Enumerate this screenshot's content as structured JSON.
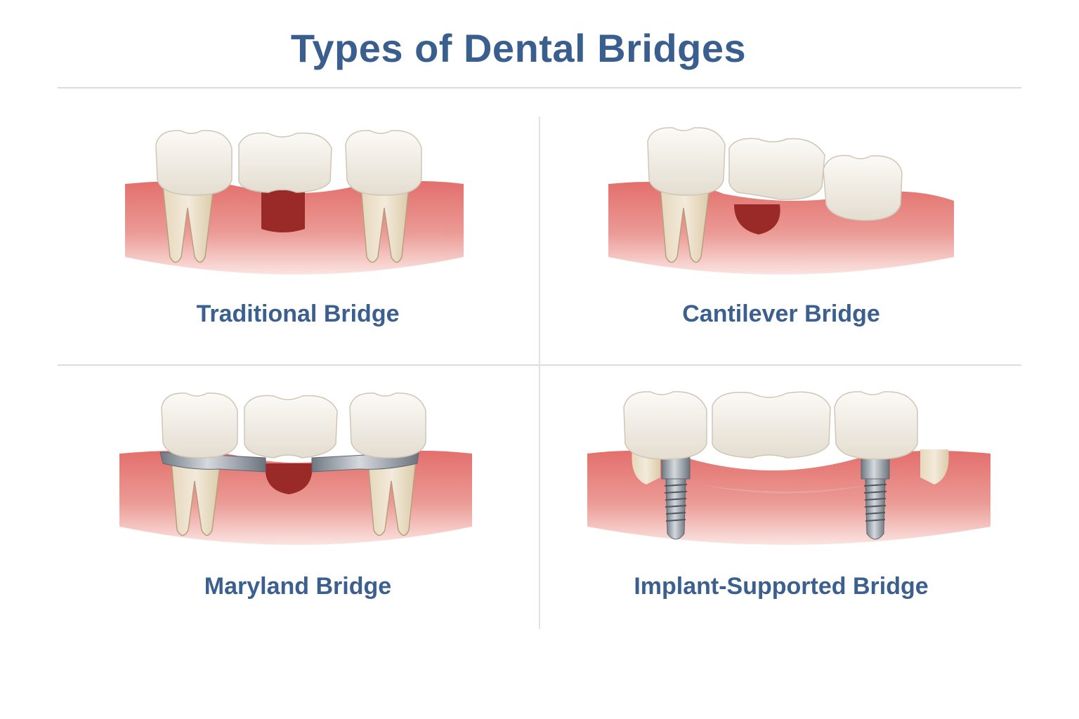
{
  "title": "Types of Dental Bridges",
  "colors": {
    "title": "#3a5f8f",
    "gum": "#e8908c",
    "gum_dark": "#c85a5a",
    "socket": "#9a2a28",
    "tooth_crown": "#f3f0ea",
    "tooth_root": "#eadfc8",
    "metal": "#9aa3ad",
    "divider": "#dcdcdc"
  },
  "panels": [
    {
      "label": "Traditional Bridge",
      "illustration": "traditional-bridge-illustration"
    },
    {
      "label": "Cantilever Bridge",
      "illustration": "cantilever-bridge-illustration"
    },
    {
      "label": "Maryland Bridge",
      "illustration": "maryland-bridge-illustration"
    },
    {
      "label": "Implant-Supported Bridge",
      "illustration": "implant-supported-bridge-illustration"
    }
  ]
}
